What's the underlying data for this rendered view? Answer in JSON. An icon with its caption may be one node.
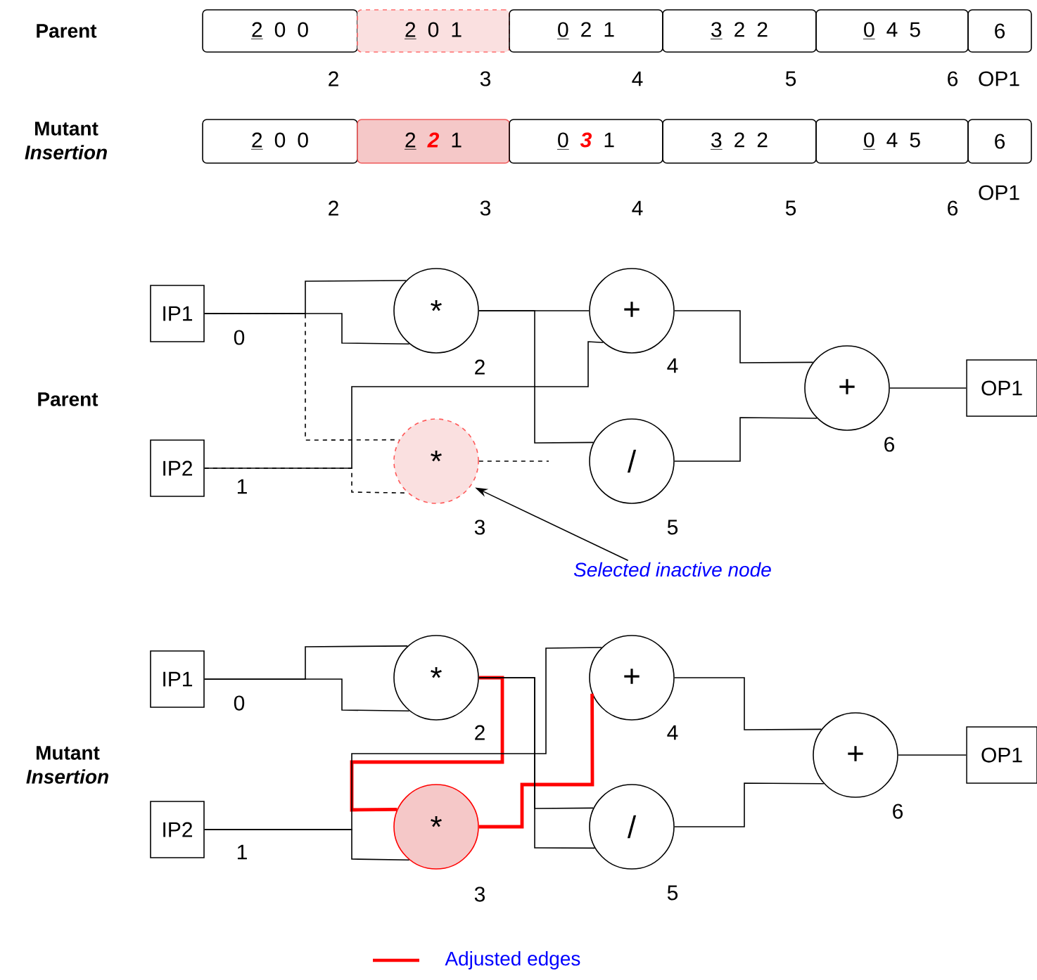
{
  "diagram": {
    "nodes": [
      {
        "text": [
          "2",
          "0",
          "0"
        ],
        "beside": [
          "2"
        ]
      },
      {
        "text": [
          "2",
          "0",
          "1"
        ],
        "beside": [
          "3"
        ]
      },
      {
        "text": [
          "0",
          "2",
          "1"
        ],
        "beside": [
          "4"
        ]
      },
      {
        "text": [
          "3",
          "2",
          "2"
        ],
        "beside": [
          "5"
        ]
      },
      {
        "text": [
          "0",
          "4",
          "5"
        ],
        "beside": [
          "6"
        ]
      },
      {
        "text": [
          "6"
        ],
        "beside": [
          "OP1"
        ]
      },
      {
        "text": [
          "2",
          "0",
          "0"
        ],
        "beside": [
          "2"
        ]
      },
      {
        "text": [
          "2",
          "**2**",
          "1"
        ],
        "beside": [
          "3"
        ]
      },
      {
        "text": [
          "0",
          "**3**",
          "1"
        ],
        "beside": [
          "4"
        ]
      },
      {
        "text": [
          "3",
          "2",
          "2"
        ],
        "beside": [
          "5"
        ]
      },
      {
        "text": [
          "0",
          "4",
          "5"
        ],
        "beside": [
          "6"
        ]
      },
      {
        "text": [
          "6"
        ],
        "beside": [
          "OP1"
        ]
      },
      {
        "text": [
          "IP1"
        ],
        "beside": [
          "0"
        ]
      },
      {
        "text": [
          "IP2"
        ],
        "beside": [
          "1"
        ]
      },
      {
        "text": [
          "*"
        ],
        "beside": [
          "2"
        ]
      },
      {
        "text": [
          "*"
        ],
        "beside": [
          "3"
        ]
      },
      {
        "text": [
          "+"
        ],
        "beside": [
          "4"
        ]
      },
      {
        "text": [
          "/"
        ],
        "beside": [
          "5"
        ]
      },
      {
        "text": [
          "+"
        ],
        "beside": [
          "6"
        ]
      },
      {
        "text": [
          "OP1"
        ]
      },
      {
        "text": [
          "Selected inactive node"
        ]
      },
      {
        "text": [
          "IP1"
        ],
        "beside": [
          "0"
        ]
      },
      {
        "text": [
          "IP2"
        ],
        "beside": [
          "1"
        ]
      },
      {
        "text": [
          "*"
        ],
        "beside": [
          "2"
        ]
      },
      {
        "text": [
          "*"
        ],
        "beside": [
          "3"
        ]
      },
      {
        "text": [
          "+"
        ],
        "beside": [
          "4"
        ]
      },
      {
        "text": [
          "/"
        ],
        "beside": [
          "5"
        ]
      },
      {
        "text": [
          "+"
        ],
        "beside": [
          "6"
        ]
      },
      {
        "text": [
          "OP1"
        ]
      }
    ],
    "edges": [
      {
        "from": 12,
        "to": 14,
        "arrow": "none"
      },
      {
        "from": 12,
        "to": 14,
        "arrow": "none"
      },
      {
        "from": 12,
        "to": 15,
        "arrow": "none",
        "style": "dashed"
      },
      {
        "from": 13,
        "to": 15,
        "arrow": "none",
        "style": "dashed"
      },
      {
        "from": 15,
        "to": null,
        "arrow": "none",
        "style": "dashed"
      },
      {
        "from": 14,
        "to": 16,
        "arrow": "none"
      },
      {
        "from": 13,
        "to": 16,
        "arrow": "none"
      },
      {
        "from": 14,
        "to": 17,
        "arrow": "none"
      },
      {
        "from": 16,
        "to": 18,
        "arrow": "none"
      },
      {
        "from": 17,
        "to": 18,
        "arrow": "none"
      },
      {
        "from": 18,
        "to": 19,
        "arrow": "none"
      },
      {
        "from": 20,
        "to": 15,
        "arrow": "to"
      },
      {
        "from": 21,
        "to": 23,
        "arrow": "none"
      },
      {
        "from": 21,
        "to": 23,
        "arrow": "none"
      },
      {
        "from": 23,
        "to": 24,
        "arrow": "none",
        "style": "thick",
        "color": "#ff0000"
      },
      {
        "from": 22,
        "to": 24,
        "arrow": "none"
      },
      {
        "from": 24,
        "to": 25,
        "arrow": "none",
        "style": "thick",
        "color": "#ff0000"
      },
      {
        "from": 22,
        "to": 25,
        "arrow": "none"
      },
      {
        "from": 23,
        "to": 26,
        "arrow": "none"
      },
      {
        "from": 23,
        "to": 26,
        "arrow": "none"
      },
      {
        "from": 25,
        "to": 27,
        "arrow": "none"
      },
      {
        "from": 26,
        "to": 27,
        "arrow": "none"
      },
      {
        "from": 27,
        "to": 28,
        "arrow": "none"
      }
    ],
    "labels": [
      "Parent",
      "Mutant *Insertion*",
      "Parent",
      "Mutant *Insertion*"
    ],
    "legend": [
      {
        "text": "Adjusted edges"
      }
    ]
  }
}
